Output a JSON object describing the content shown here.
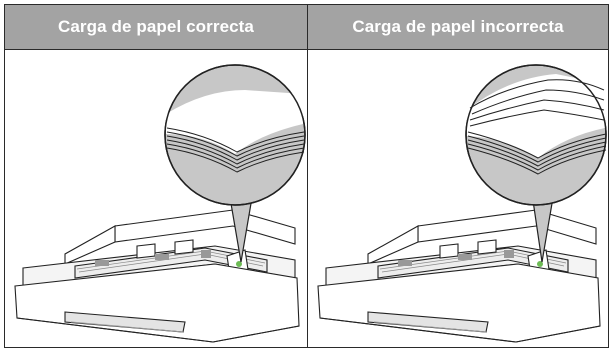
{
  "panels": [
    {
      "title": "Carga de papel correcta",
      "state": "correct"
    },
    {
      "title": "Carga de papel incorrecta",
      "state": "incorrect"
    }
  ],
  "colors": {
    "header_bg": "#a3a3a3",
    "border": "#2a2a2a",
    "circle_fill": "#c7c7c7",
    "tray_fill": "#ffffff"
  }
}
